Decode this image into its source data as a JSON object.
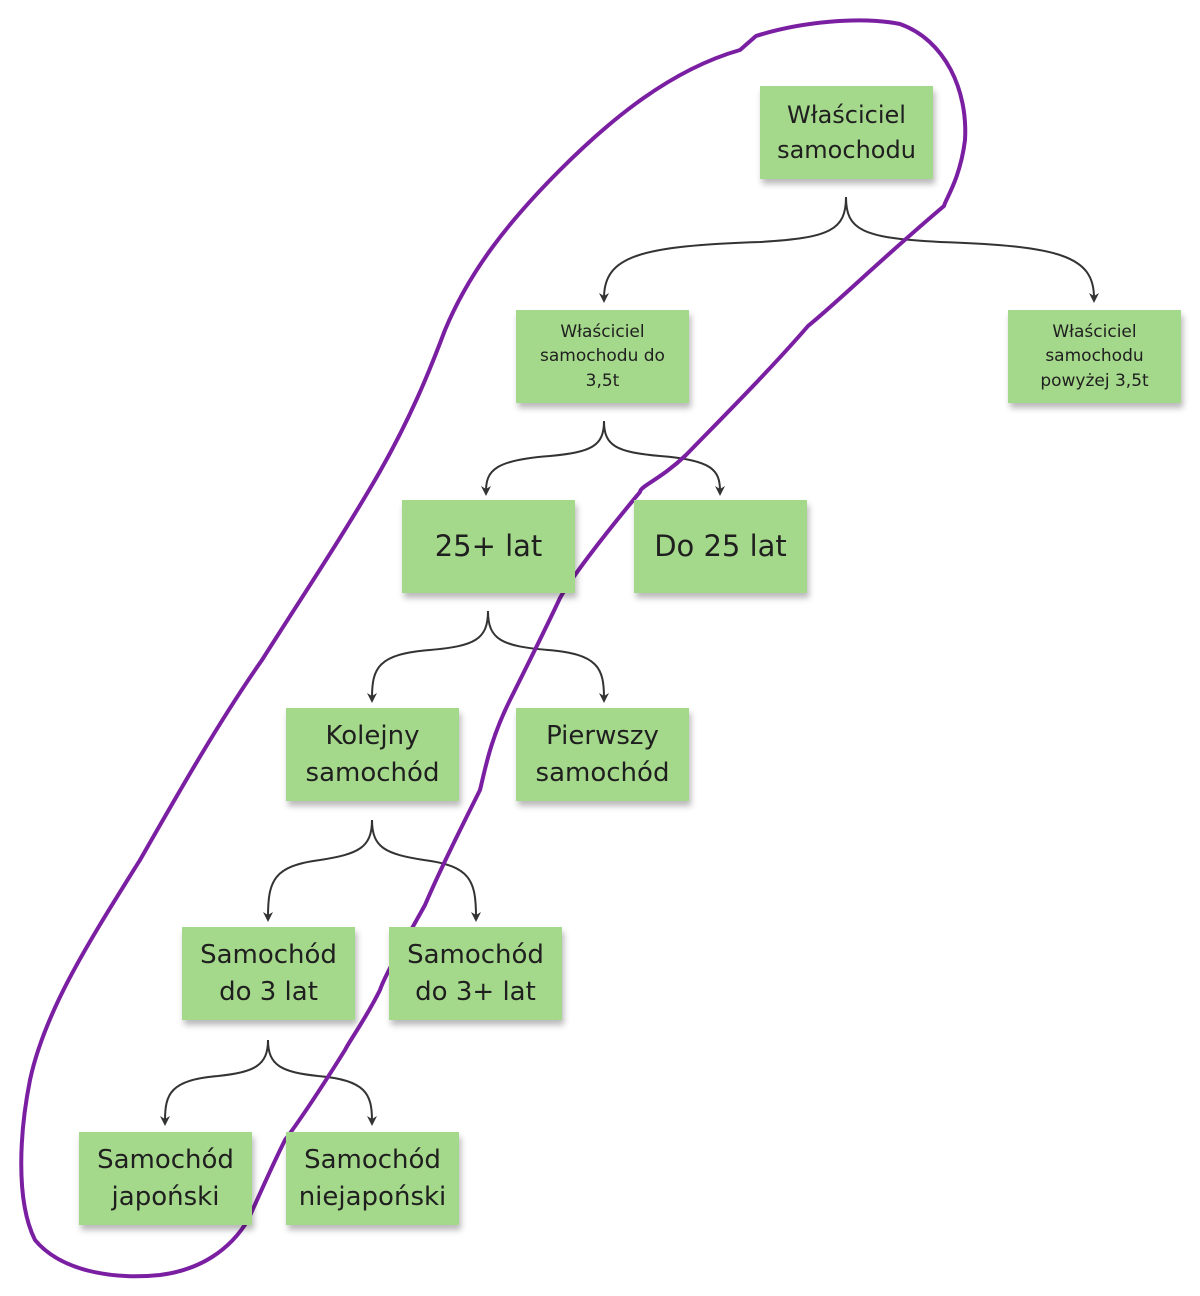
{
  "nodes": {
    "root": "Właściciel\nsamochodu",
    "upto_35t": "Właściciel\nsamochodu do\n3,5t",
    "over_35t": "Właściciel\nsamochodu\npowyżej 3,5t",
    "age_25plus": "25+ lat",
    "age_do25": "Do 25 lat",
    "kolejny": "Kolejny\nsamochód",
    "pierwszy": "Pierwszy\nsamochód",
    "do_3_lat": "Samochód\ndo 3 lat",
    "do_3plus_lat": "Samochód\ndo 3+ lat",
    "japonski": "Samochód\njapoński",
    "niejaponski": "Samochód\nniejapoński"
  },
  "colors": {
    "note_fill": "#a4d88a",
    "connector": "#333333",
    "highlight_loop": "#7b1fa2"
  }
}
